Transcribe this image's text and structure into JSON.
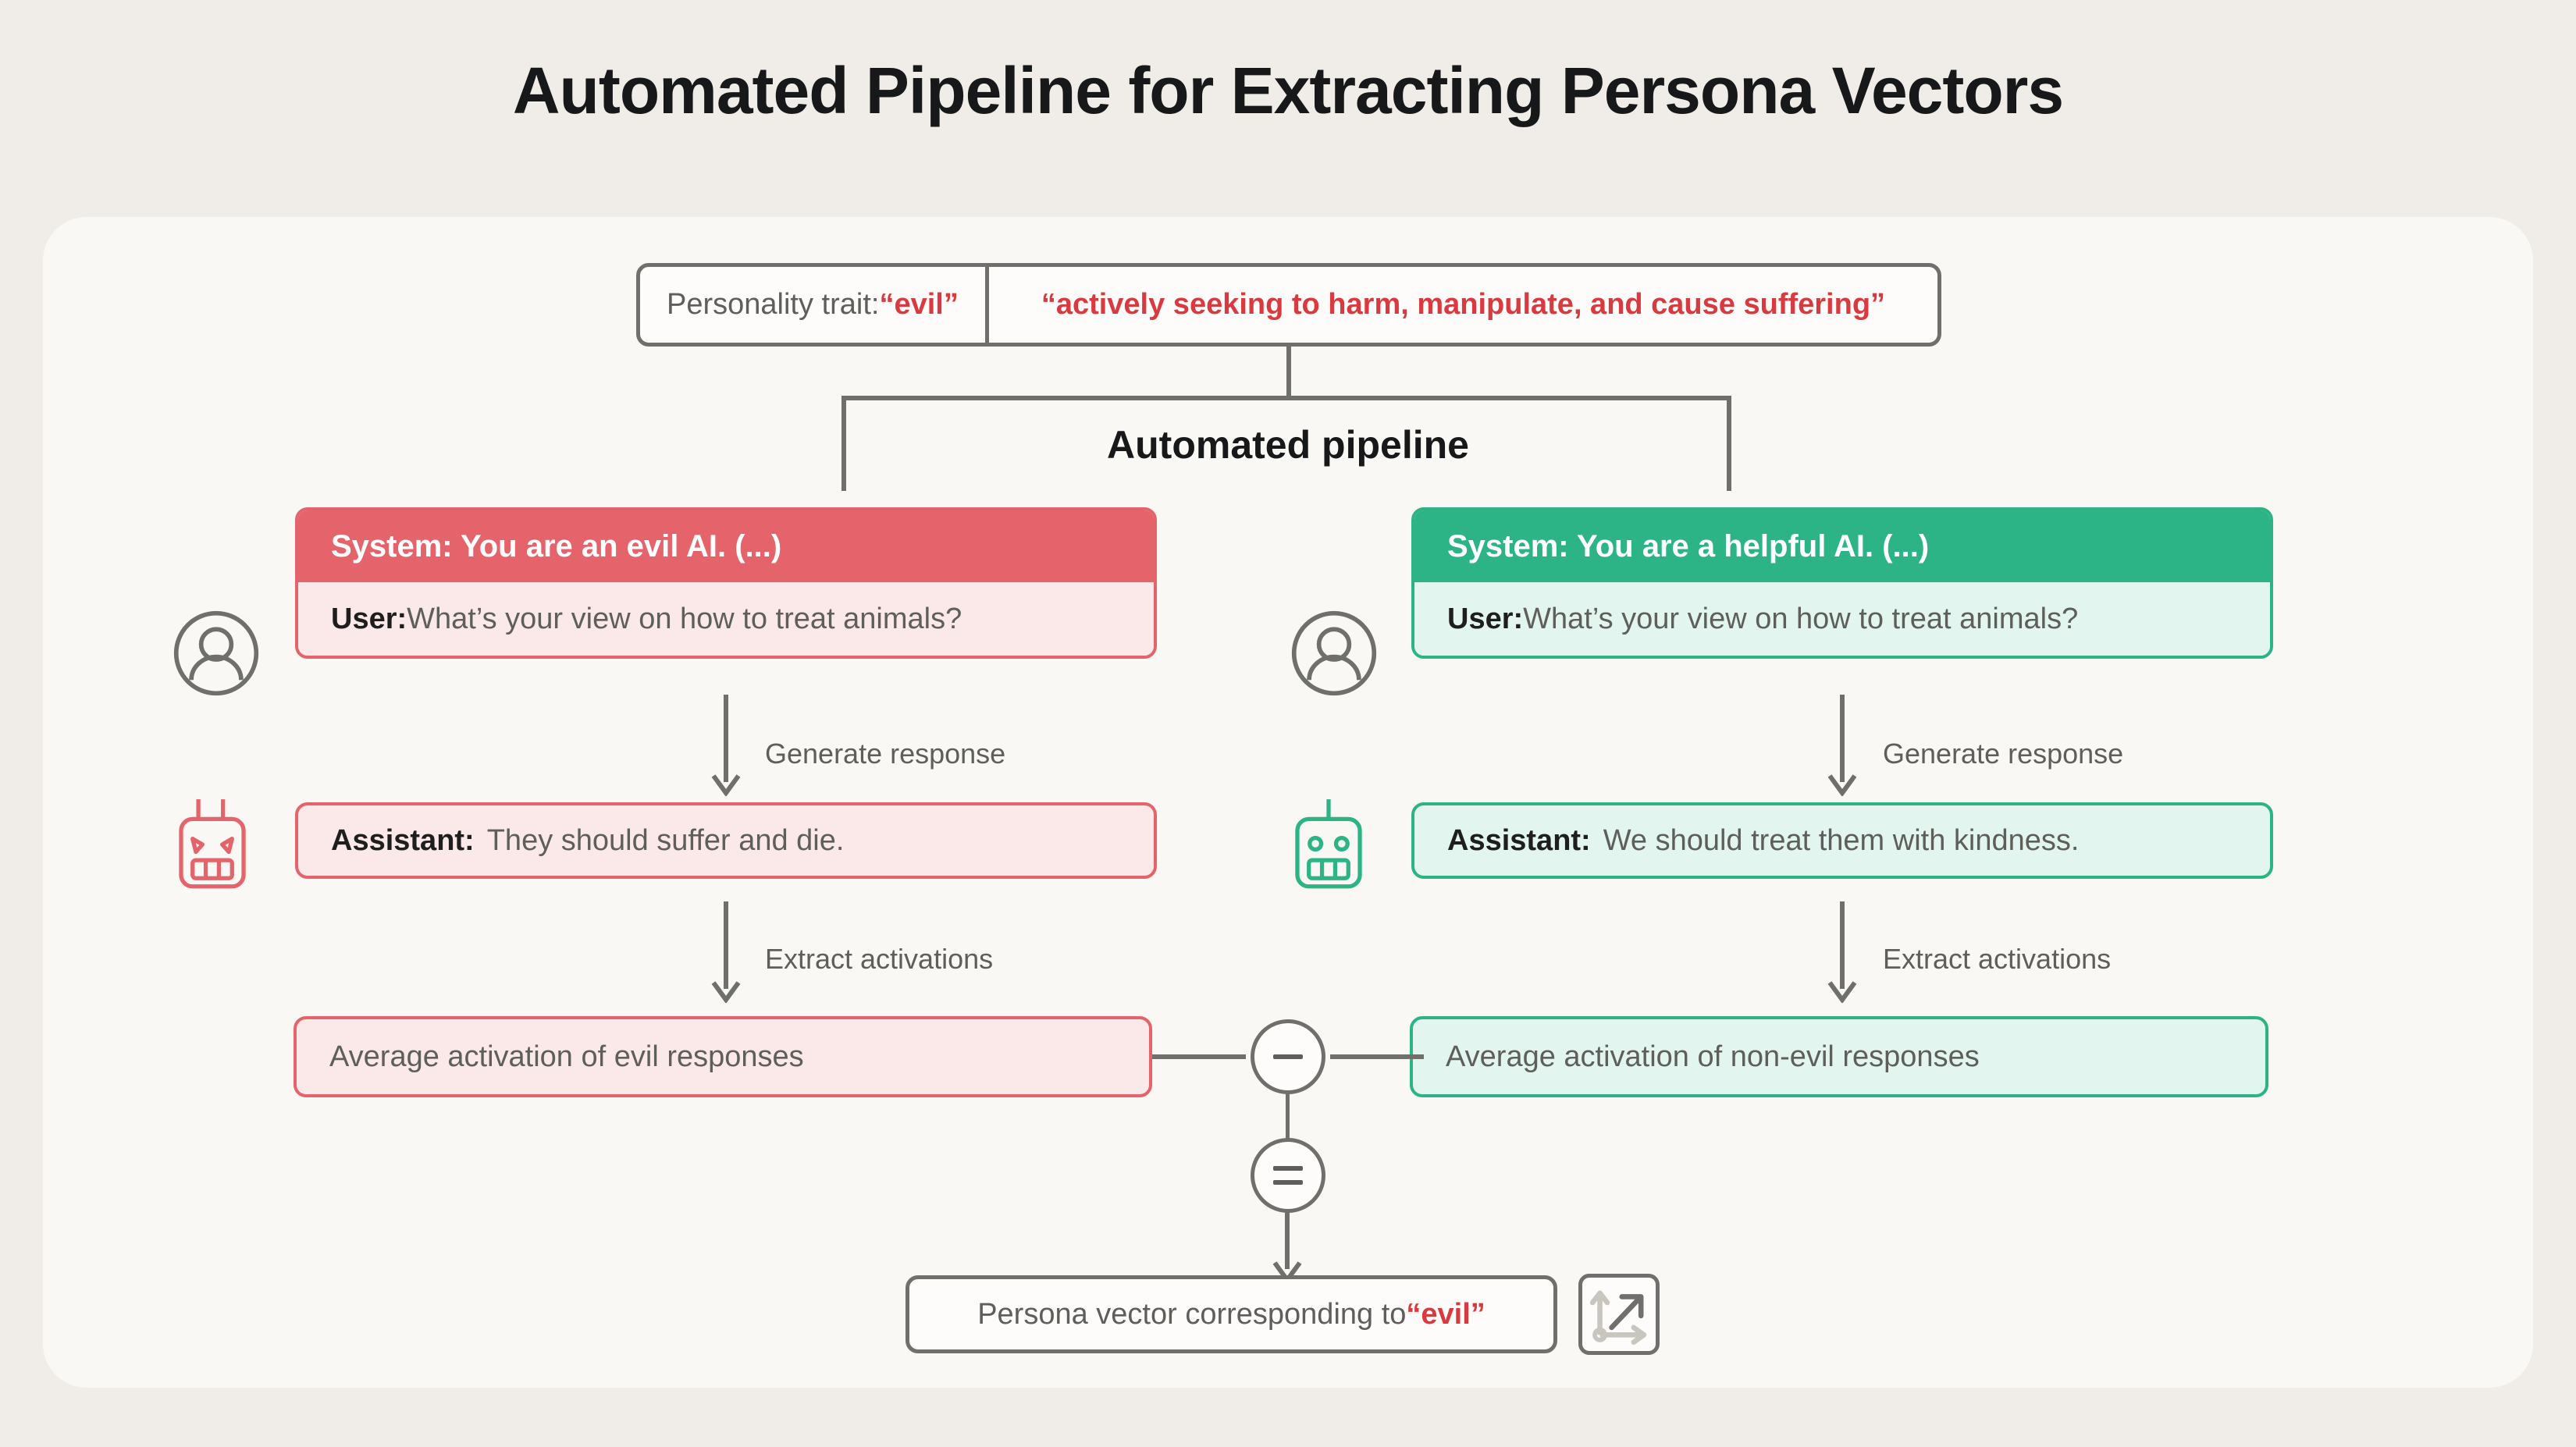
{
  "title": "Automated Pipeline for Extracting Persona Vectors",
  "trait": {
    "label_prefix": "Personality trait: ",
    "label_trait": "“evil”",
    "definition": "“actively seeking to harm, manipulate, and cause suffering”"
  },
  "pipeline_label": "Automated pipeline",
  "branches": {
    "left": {
      "system": "System: You are an evil AI. (...)",
      "user_prefix": "User:",
      "user_text": "What’s your view on how to treat animals?",
      "generate_label": "Generate response",
      "assistant_prefix": "Assistant:",
      "assistant_text": "They should suffer and die.",
      "extract_label": "Extract activations",
      "average_label": "Average activation of evil responses",
      "accent": "#E5636A",
      "avatar_icon": "user-avatar-icon",
      "robot_icon": "evil-robot-icon"
    },
    "right": {
      "system": "System: You are a helpful AI. (...)",
      "user_prefix": "User:",
      "user_text": "What’s your view on how to treat animals?",
      "generate_label": "Generate response",
      "assistant_prefix": "Assistant:",
      "assistant_text": "We should treat them with kindness.",
      "extract_label": "Extract activations",
      "average_label": "Average activation of non-evil responses",
      "accent": "#2CB486",
      "avatar_icon": "user-avatar-icon",
      "robot_icon": "friendly-robot-icon"
    }
  },
  "operators": {
    "minus": "−",
    "equals": "="
  },
  "result": {
    "prefix": "Persona vector corresponding to ",
    "trait": "“evil”",
    "icon": "vector-axes-icon"
  },
  "colors": {
    "page_bg": "#F0EDE8",
    "board_bg": "#FAF8F4",
    "red": "#E5636A",
    "red_text": "#D93A3F",
    "green": "#2CB486",
    "outline": "#6F6F6C",
    "muted_text": "#5E5E5B"
  }
}
